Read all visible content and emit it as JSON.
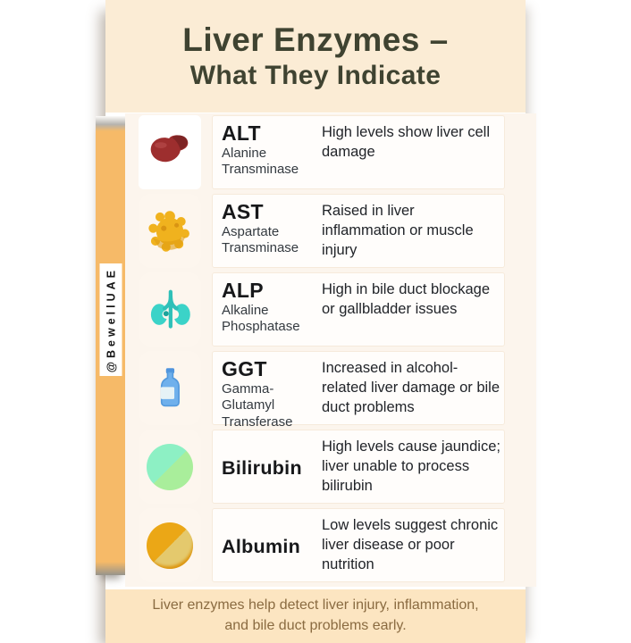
{
  "header": {
    "title_line1": "Liver Enzymes –",
    "title_line2": "What They Indicate"
  },
  "watermark": "@BewellUAE",
  "rows": [
    {
      "abbr": "ALT",
      "full_name": "Alanine Transminase",
      "description": "High levels show liver cell damage",
      "icon": "liver-icon"
    },
    {
      "abbr": "AST",
      "full_name": "Aspartate Transminase",
      "description": "Raised in liver inflammation or muscle injury",
      "icon": "microbe-icon"
    },
    {
      "abbr": "ALP",
      "full_name": "Alkaline Phosphatase",
      "description": "High in bile duct blockage or gallbladder issues",
      "icon": "kidneys-icon"
    },
    {
      "abbr": "GGT",
      "full_name": "Gamma-Glutamyl Transferase",
      "description": "Increased in alcohol-related liver damage or bile duct problems",
      "icon": "alcohol-bottle-icon"
    },
    {
      "abbr": "Bilirubin",
      "full_name": "",
      "description": "High levels cause jaundice; liver unable to process bilirubin",
      "icon": "bilirubin-circle-icon"
    },
    {
      "abbr": "Albumin",
      "full_name": "",
      "description": "Low levels suggest chronic liver disease or poor nutrition",
      "icon": "albumin-circle-icon"
    }
  ],
  "footer": {
    "line1": "Liver enzymes help detect liver injury, inflammation,",
    "line2": "and bile duct problems early."
  },
  "colors": {
    "header_bg": "#fbecd5",
    "footer_bg": "#fce5c1",
    "spine_orange": "#f6ba68",
    "title_text": "#3f4331",
    "footer_text": "#8a6b41",
    "liver_red": "#9d2e2e",
    "microbe_yellow": "#f0b21e",
    "kidney_teal": "#3bd3c8",
    "bottle_blue": "#6fb0ec",
    "bilirubin_green": "#8df0c4",
    "albumin_orange": "#eba716"
  }
}
